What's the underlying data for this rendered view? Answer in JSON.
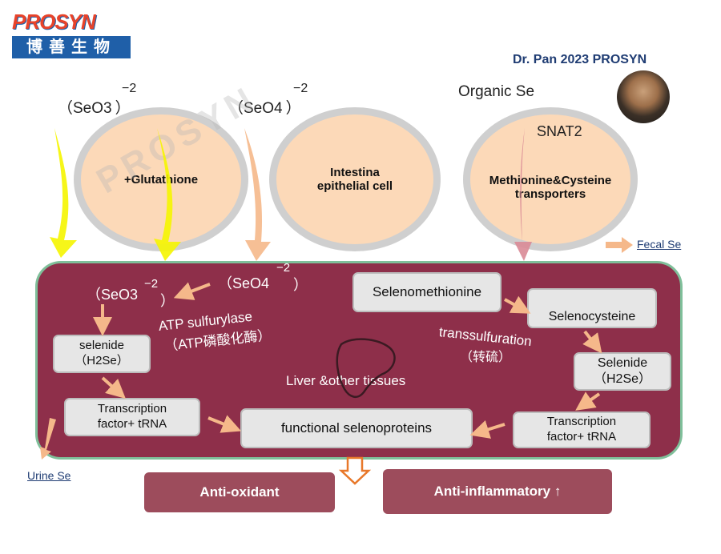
{
  "logo": {
    "brand": "PROSYN",
    "chinese": "博善生物"
  },
  "author": "Dr. Pan 2023 PROSYN",
  "watermark": "PROSYN",
  "ions": {
    "seo3_top": "（SeO3",
    "seo3_top_close": "）",
    "seo3_charge": "−2",
    "seo4_top": "（SeO4",
    "seo4_top_close": "）",
    "seo4_charge": "−2",
    "organic_se": "Organic Se",
    "snat2": "SNAT2"
  },
  "cells": {
    "cell1": "+Glutathione",
    "cell2": "Intestina\nepithelial cell",
    "cell3": "Methionine&Cysteine\ntransporters"
  },
  "fecal_se": "Fecal Se",
  "urine_se": "Urine Se",
  "liver": {
    "seo3": "（SeO3",
    "seo3_charge": "−2",
    "seo3_close": "）",
    "seo4": "（SeO4",
    "seo4_charge": "−2",
    "seo4_close": "）",
    "atp_sulfurylase": "ATP sulfurylase",
    "atp_cn": "（ATP磷酸化酶）",
    "selenide_left": "selenide\n（H2Se）",
    "tf_left": "Transcription\nfactor+ tRNA",
    "functional": "functional selenoproteins",
    "liver_label": "Liver &other tissues",
    "selenomethionine": "Selenomethionine",
    "selenocysteine": "Selenocysteine",
    "transsulfuration": "transsulfuration",
    "transsulfuration_cn": "（转硫）",
    "selenide_right": "Selenide\n（H2Se）",
    "tf_right": "Transcription\nfactor+ tRNA"
  },
  "outputs": {
    "anti_oxidant": "Anti-oxidant",
    "anti_inflammatory": "Anti-inflammatory ↑"
  },
  "colors": {
    "main_bg": "#8e2f4a",
    "cell_fill": "#fcd9b8",
    "arrow_orange": "#f5b88a",
    "arrow_yellow": "#f5f500",
    "arrow_pink": "#d98a96",
    "output_box": "#9d4c5c"
  }
}
